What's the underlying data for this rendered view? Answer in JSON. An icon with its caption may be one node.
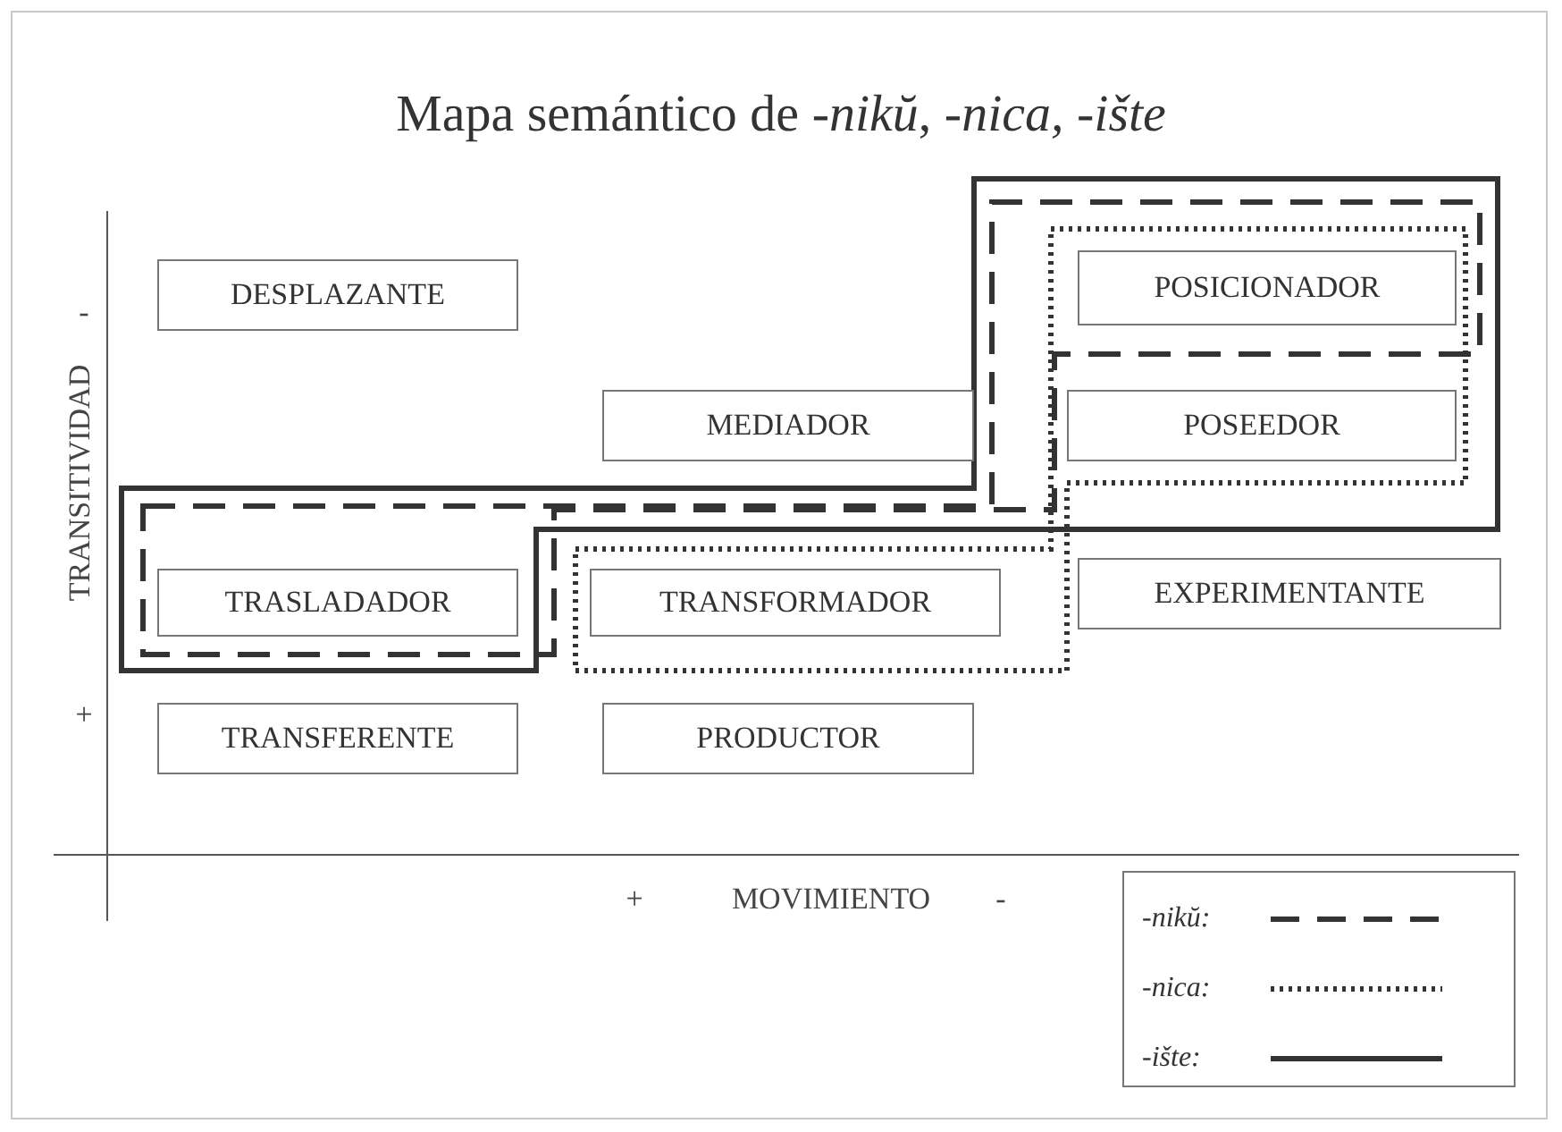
{
  "diagram": {
    "title": "Mapa semántico de *-nikŭ*, *-nica, -ište*",
    "nodes": [
      {
        "text": [
          "DESPLAZANTE"
        ]
      },
      {
        "text": [
          "POSICIONADOR"
        ]
      },
      {
        "text": [
          "MEDIADOR"
        ]
      },
      {
        "text": [
          "POSEEDOR"
        ]
      },
      {
        "text": [
          "TRASLADADOR"
        ]
      },
      {
        "text": [
          "TRANSFORMADOR"
        ]
      },
      {
        "text": [
          "EXPERIMENTANTE"
        ]
      },
      {
        "text": [
          "TRANSFERENTE"
        ]
      },
      {
        "text": [
          "PRODUCTOR"
        ]
      }
    ],
    "labels": [
      "TRANSITIVIDAD",
      "-",
      "+",
      "+",
      "MOVIMIENTO",
      "-"
    ],
    "legend": [
      {
        "text": "-nikŭ:"
      },
      {
        "text": "-nica:"
      },
      {
        "text": "-ište:"
      }
    ]
  }
}
